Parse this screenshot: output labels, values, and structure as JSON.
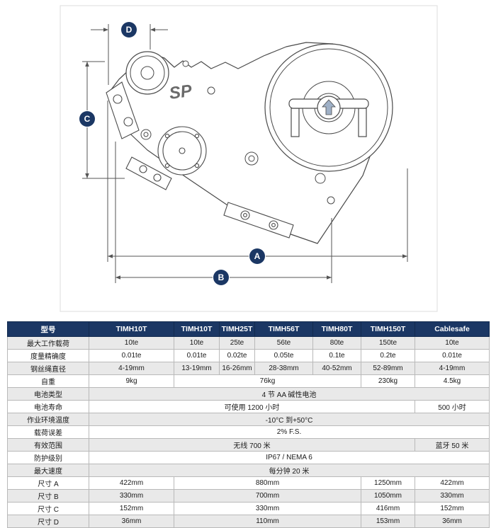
{
  "colors": {
    "header_bg": "#1b3764",
    "dim_marker": "#1b3764",
    "row_alt": "#e9e9e9",
    "line": "#4a4a4a"
  },
  "diagram": {
    "logo": "SP",
    "dims": {
      "a": "A",
      "b": "B",
      "c": "C",
      "d": "D"
    }
  },
  "table": {
    "header": [
      "型号",
      "TIMH10T",
      "TIMH10T",
      "TIMH25T",
      "TIMH56T",
      "TIMH80T",
      "TIMH150T",
      "Cablesafe"
    ],
    "rows": [
      {
        "label": "最大工作载荷",
        "cells": [
          "10te",
          "10te",
          "25te",
          "56te",
          "80te",
          "150te",
          "10te"
        ]
      },
      {
        "label": "度量精确度",
        "cells": [
          "0.01te",
          "0.01te",
          "0.02te",
          "0.05te",
          "0.1te",
          "0.2te",
          "0.01te"
        ]
      },
      {
        "label": "钢丝绳直径",
        "cells": [
          "4-19mm",
          "13-19mm",
          "16-26mm",
          "28-38mm",
          "40-52mm",
          "52-89mm",
          "4-19mm"
        ]
      },
      {
        "label": "自重",
        "cells": [
          "9kg",
          "76kg",
          "230kg",
          "4.5kg"
        ]
      },
      {
        "label": "电池类型",
        "cells": [
          "4 节 AA 碱性电池"
        ]
      },
      {
        "label": "电池寿命",
        "cells": [
          "可使用 1200 小时",
          "500 小时"
        ]
      },
      {
        "label": "作业环境温度",
        "cells": [
          "-10°C 到+50°C"
        ]
      },
      {
        "label": "载荷误差",
        "cells": [
          "2% F.S."
        ]
      },
      {
        "label": "有效范围",
        "cells": [
          "无线 700 米",
          "蓝牙 50 米"
        ]
      },
      {
        "label": "防护级别",
        "cells": [
          "IP67 / NEMA 6"
        ]
      },
      {
        "label": "最大速度",
        "cells": [
          "每分钟 20 米"
        ]
      },
      {
        "label": "尺寸 A",
        "cells": [
          "422mm",
          "880mm",
          "1250mm",
          "422mm"
        ]
      },
      {
        "label": "尺寸 B",
        "cells": [
          "330mm",
          "700mm",
          "1050mm",
          "330mm"
        ]
      },
      {
        "label": "尺寸 C",
        "cells": [
          "152mm",
          "330mm",
          "416mm",
          "152mm"
        ]
      },
      {
        "label": "尺寸 D",
        "cells": [
          "36mm",
          "110mm",
          "153mm",
          "36mm"
        ]
      }
    ]
  }
}
